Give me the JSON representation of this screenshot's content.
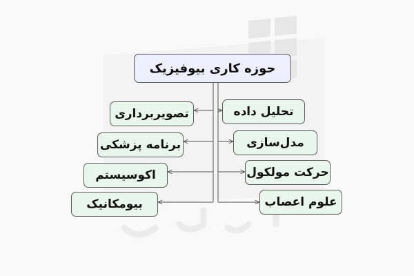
{
  "diagram": {
    "root": {
      "label": "حوزه کاری بیوفیزیک"
    },
    "left_nodes": [
      {
        "label": "تصویربرداری"
      },
      {
        "label": "برنامه پزشکی"
      },
      {
        "label": "اکوسیستم"
      },
      {
        "label": "بیومکانیک"
      }
    ],
    "right_nodes": [
      {
        "label": "تحلیل داده"
      },
      {
        "label": "مدل‌سازی"
      },
      {
        "label": "حرکت مولکول"
      },
      {
        "label": "علوم اعصاب"
      }
    ]
  },
  "colors": {
    "root_fill": "#eeeeff",
    "leaf_fill": "#e8f6ee",
    "border": "#5a5a5a",
    "connector": "#555555",
    "watermark": "#ececec"
  }
}
